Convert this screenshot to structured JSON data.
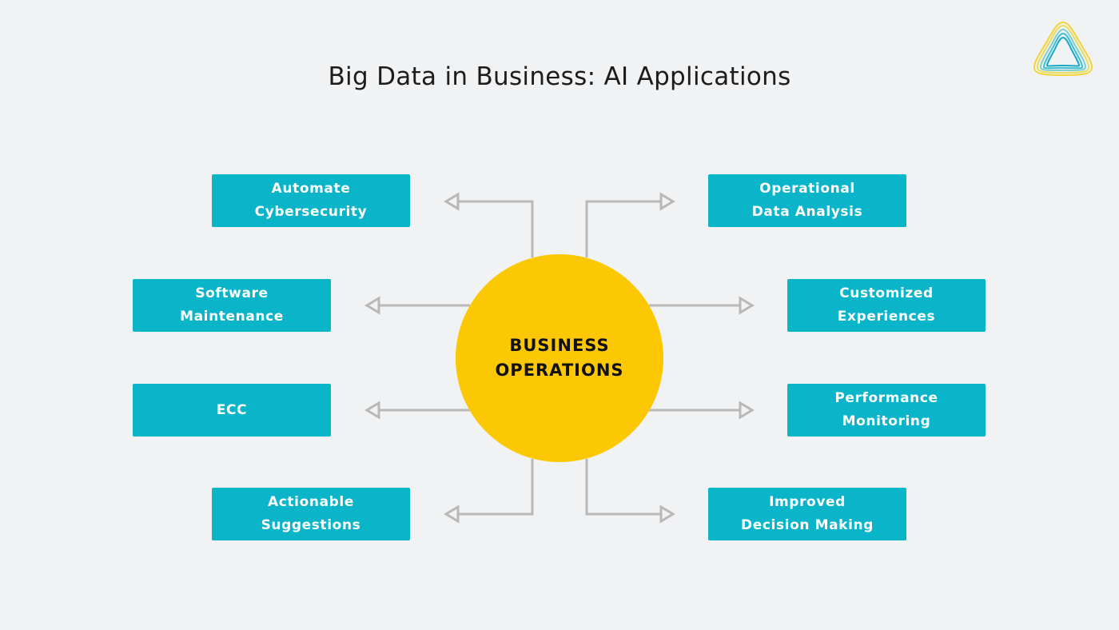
{
  "title": "Big Data in Business: AI Applications",
  "logo": {
    "icon": "triangle-logo-icon"
  },
  "center": {
    "label": "BUSINESS\nOPERATIONS",
    "color": "#fcc804"
  },
  "colors": {
    "box": "#0ab4c9",
    "box_text": "#ffffff",
    "connector": "#b8b8b8",
    "background": "#f1f2f4"
  },
  "left_boxes": [
    {
      "label": "Automate\nCybersecurity"
    },
    {
      "label": "Software\nMaintenance"
    },
    {
      "label": "ECC"
    },
    {
      "label": "Actionable\nSuggestions"
    }
  ],
  "right_boxes": [
    {
      "label": "Operational\nData Analysis"
    },
    {
      "label": "Customized\nExperiences"
    },
    {
      "label": "Performance\nMonitoring"
    },
    {
      "label": "Improved\nDecision Making"
    }
  ]
}
